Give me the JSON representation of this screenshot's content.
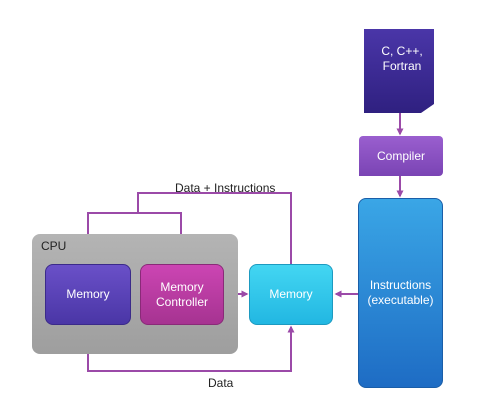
{
  "diagram": {
    "source": "C, C++,\nFortran",
    "compiler": "Compiler",
    "instructions": "Instructions\n(executable)",
    "cpu": "CPU",
    "memory_cpu": "Memory",
    "memory_controller": "Memory\nController",
    "memory_main": "Memory",
    "edge_top": "Data + Instructions",
    "edge_bottom": "Data"
  },
  "colors": {
    "arrow": "#9b4aa8",
    "cpu_panel": "#a8a8a8",
    "memory_cpu": "#5742b8",
    "memory_controller": "#b83aa2",
    "memory_main": "#30c4ea",
    "instructions": "#2a85d6",
    "compiler": "#8a50c2",
    "source_doc": "#3d2a90"
  }
}
